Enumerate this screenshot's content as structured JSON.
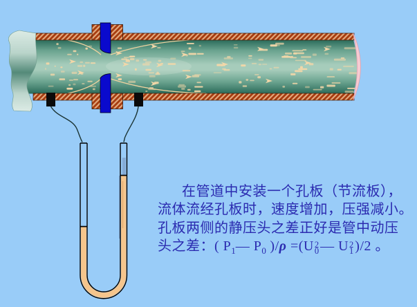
{
  "colors": {
    "background": "#99ccf8",
    "text": "#2b2bb0",
    "pipe_wall": "#a63c10",
    "pipe_wall_hatch": "#e2a77b",
    "pipe_wall_outline": "#3a1a08",
    "fluid_edge": "#2a6a59",
    "fluid_mid": "#6aa38f",
    "fluid_light": "#a6ccbb",
    "streamline": "#eed29f",
    "speckle": "#f3d7a8",
    "orifice_plate": "#0a0acd",
    "tap": "#0a0a0a",
    "connector_line": "#1b3434",
    "manometer_liquid": "#f5c58c",
    "pipe_end_ring": "#f7cbd2",
    "pipe_end_ring_edge": "#dfa2b0",
    "broken_edge_light": "#dcebe5",
    "broken_edge_dark": "#548a79"
  },
  "text_block": {
    "lines": [
      "在管道中安装一个孔板（节流板），",
      "流体流经孔板时，速度增加，压强减小。",
      "孔板两侧的静压头之差正好是管中动压"
    ],
    "formula_parts": [
      {
        "t": "text",
        "v": "头之差：( P"
      },
      {
        "t": "sub",
        "v": "1"
      },
      {
        "t": "text",
        "v": "— P"
      },
      {
        "t": "sub",
        "v": "0"
      },
      {
        "t": "text",
        "v": " )/"
      },
      {
        "t": "rho",
        "v": "ρ"
      },
      {
        "t": "text",
        "v": " =(U"
      },
      {
        "t": "subsup",
        "sub": "0",
        "sup": "2"
      },
      {
        "t": "text",
        "v": "— U"
      },
      {
        "t": "subsup",
        "sub": "1",
        "sup": "2"
      },
      {
        "t": "text",
        "v": ")/2 。"
      }
    ]
  }
}
